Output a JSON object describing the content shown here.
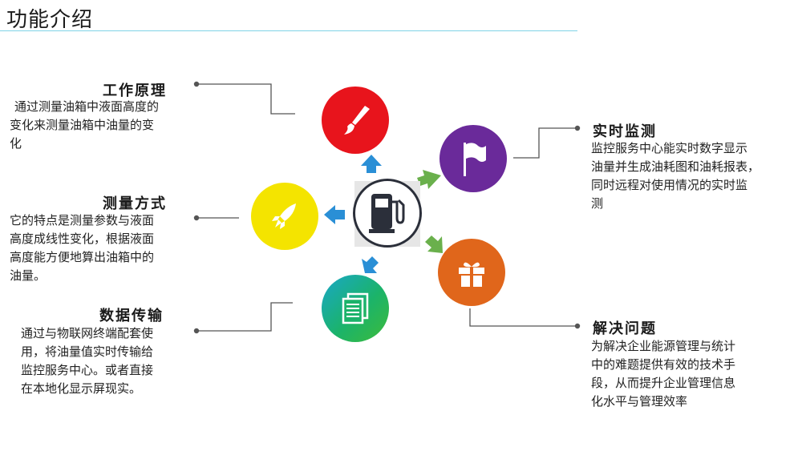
{
  "page": {
    "title": "功能介绍"
  },
  "features": {
    "working_principle": {
      "title": "工作原理",
      "lines": [
        "通过测量油箱中液面高度的",
        "变化来测量油箱中油量的变",
        "化"
      ],
      "icon": "brush-icon",
      "color": "#e8141c"
    },
    "measurement_method": {
      "title": "测量方式",
      "lines": [
        "它的特点是测量参数与液面",
        "高度成线性变化，根据液面",
        "高度能方便地算出油箱中的",
        "油量。"
      ],
      "icon": "rocket-icon",
      "color": "#f4e400"
    },
    "data_transmission": {
      "title": "数据传输",
      "lines": [
        "通过与物联网终端配套使",
        "用，将油量值实时传输给",
        "监控服务中心。或者直接",
        "在本地化显示屏现实。"
      ],
      "icon": "document-icon",
      "color": "#1bb36a"
    },
    "real_time_monitoring": {
      "title": "实时监测",
      "lines": [
        "监控服务中心能实时数字显示",
        "油量并生成油耗图和油耗报表，",
        "同时远程对使用情况的实时监",
        "测"
      ],
      "icon": "flag-icon",
      "color": "#6a2a9a"
    },
    "problem_solving": {
      "title": "解决问题",
      "lines": [
        "为解决企业能源管理与统计",
        "中的难题提供有效的技术手",
        "段，从而提升企业管理信息",
        "化水平与管理效率"
      ],
      "icon": "gift-icon",
      "color": "#e0661b"
    }
  },
  "center": {
    "icon": "fuel-pump-icon",
    "color": "#2b2f3a"
  },
  "colors": {
    "arrow_blue": "#2a8fd6",
    "arrow_green": "#6ab04c",
    "connector": "#555555",
    "title_line": "#7fd3e6"
  }
}
